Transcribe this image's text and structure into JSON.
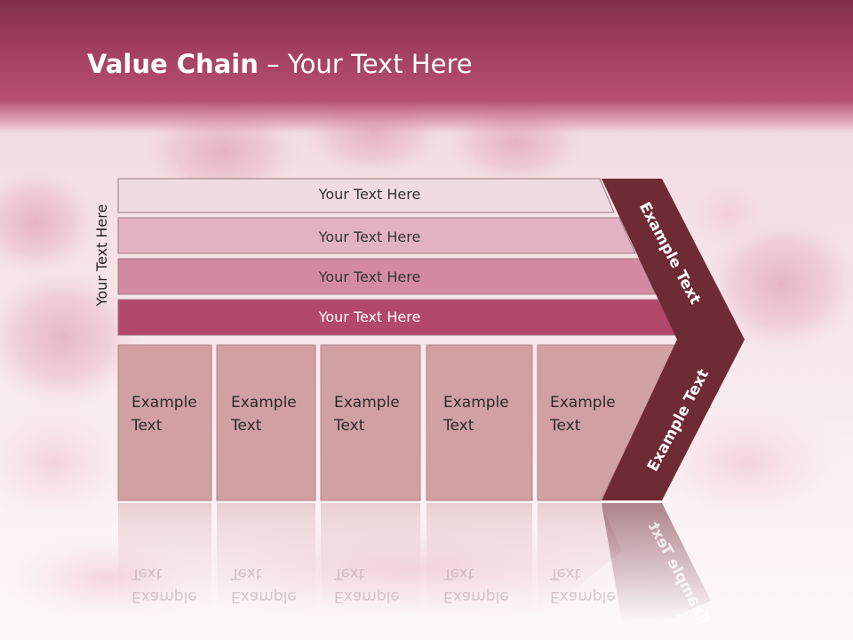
{
  "slide": {
    "title_bold": "Value Chain",
    "title_rest": " – Your Text Here",
    "vertical_label": "Your Text Here"
  },
  "rows": [
    {
      "label": "Your Text Here",
      "color": "#f0dbe2"
    },
    {
      "label": "Your Text Here",
      "color": "#e2b2c3"
    },
    {
      "label": "Your Text Here",
      "color": "#d48aa3"
    },
    {
      "label": "Your Text Here",
      "color": "#b4486b"
    }
  ],
  "activities": [
    {
      "line1": "Example",
      "line2": "Text"
    },
    {
      "line1": "Example",
      "line2": "Text"
    },
    {
      "line1": "Example",
      "line2": "Text"
    },
    {
      "line1": "Example",
      "line2": "Text"
    },
    {
      "line1": "Example",
      "line2": "Text"
    }
  ],
  "chevron": {
    "upper_text": "Example Text",
    "lower_text": "Example Text",
    "color": "#6e2b36"
  },
  "colors": {
    "header": "#a13e5f",
    "activity_box": "#d0a0a2",
    "activity_border": "#b88488"
  }
}
